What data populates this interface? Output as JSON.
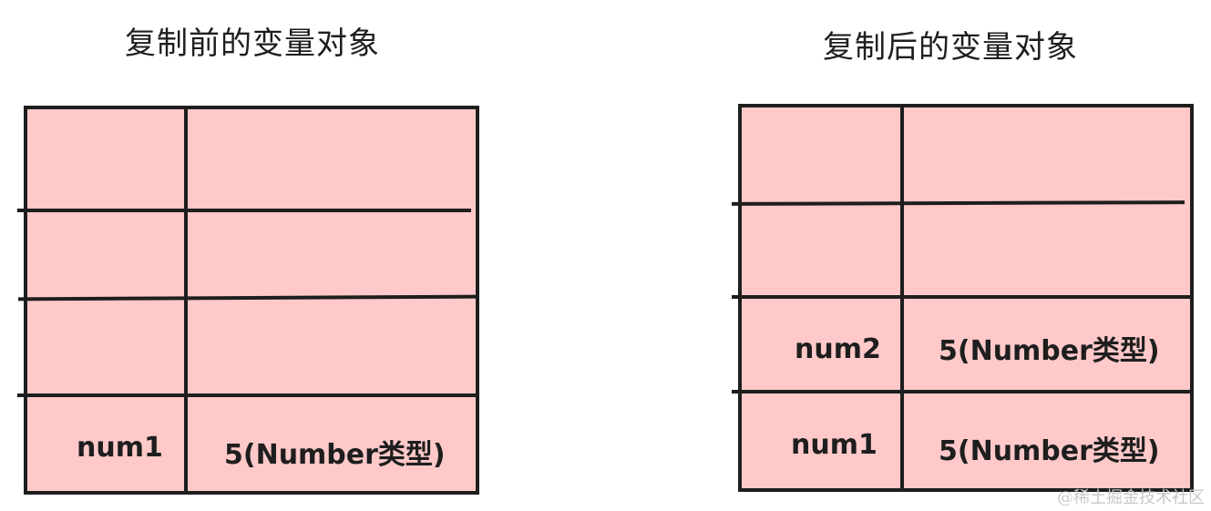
{
  "colors": {
    "cell_fill": "#ffc9c9",
    "stroke": "#1e1e1e",
    "watermark": "#c8c8c8"
  },
  "before": {
    "title": "复制前的变量对象",
    "rows": [
      {
        "name": "",
        "value": ""
      },
      {
        "name": "",
        "value": ""
      },
      {
        "name": "",
        "value": ""
      },
      {
        "name": "num1",
        "value": "5(Number类型)"
      }
    ]
  },
  "after": {
    "title": "复制后的变量对象",
    "rows": [
      {
        "name": "",
        "value": ""
      },
      {
        "name": "",
        "value": ""
      },
      {
        "name": "num2",
        "value": "5(Number类型)"
      },
      {
        "name": "num1",
        "value": "5(Number类型)"
      }
    ]
  },
  "watermark": "@稀土掘金技术社区"
}
